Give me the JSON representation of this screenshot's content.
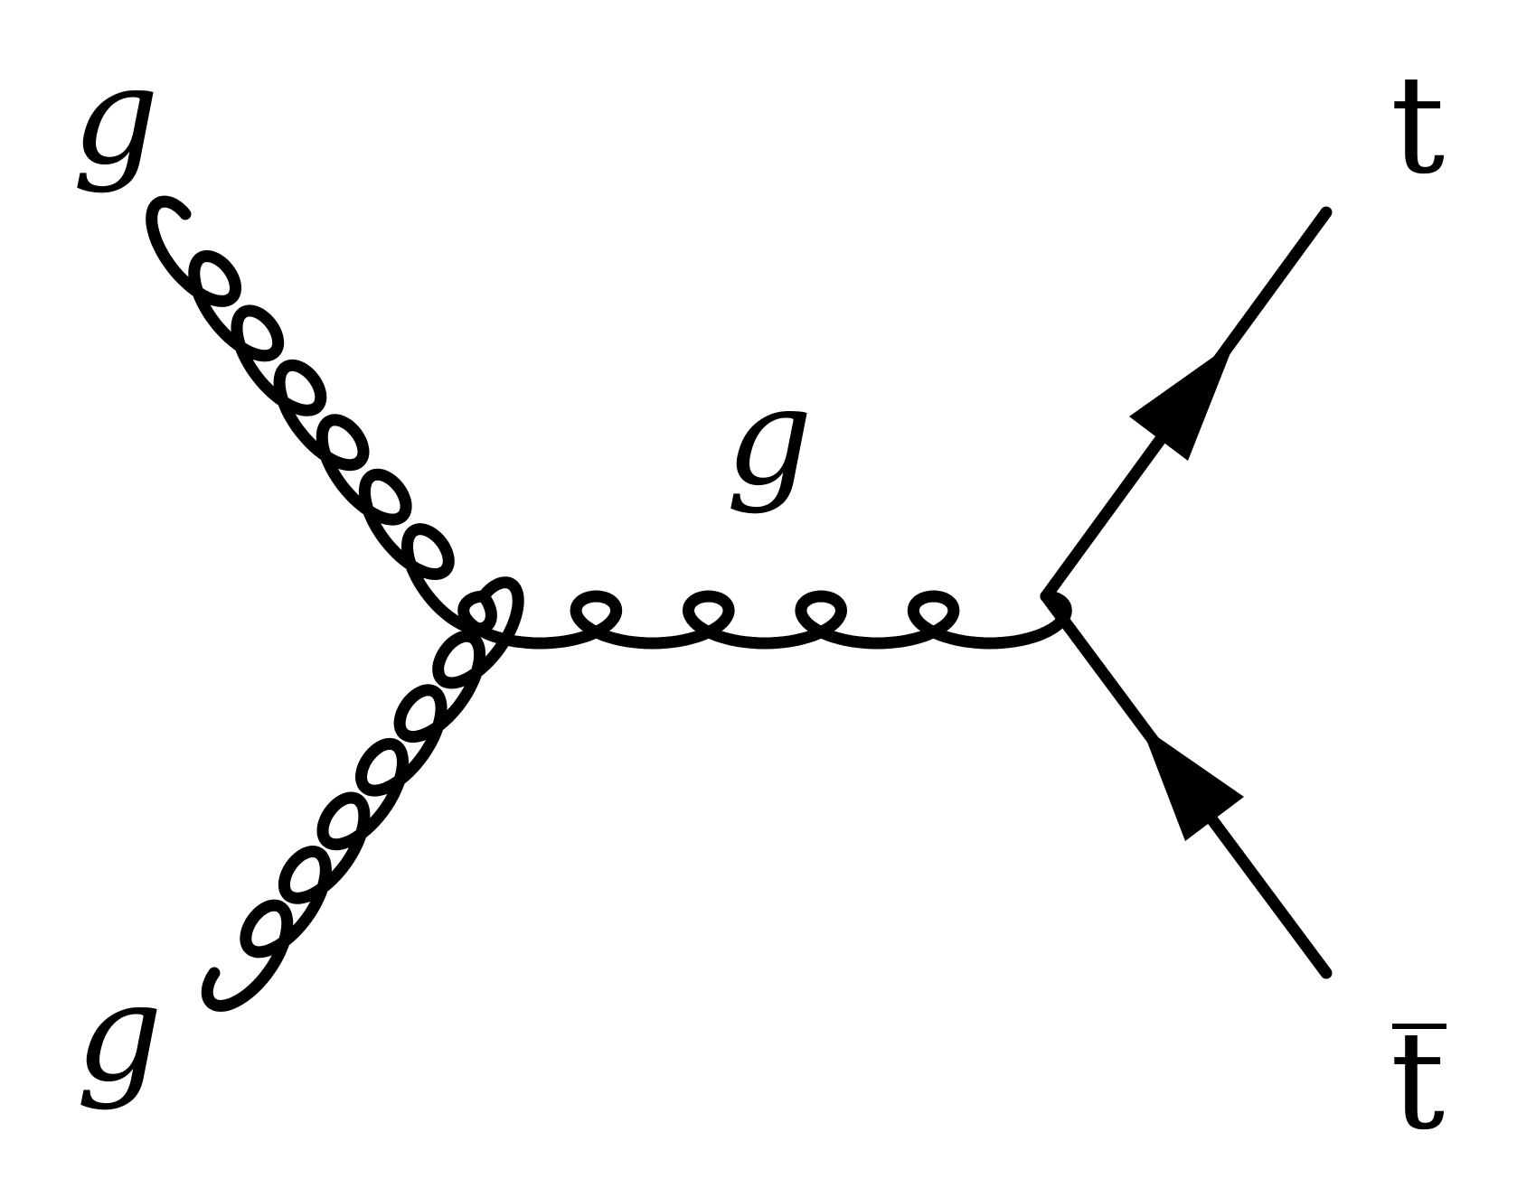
{
  "diagram": {
    "type": "feynman-diagram",
    "ink_color": "#000000",
    "background_color": "#ffffff",
    "labels": {
      "gluon_in_top": "g",
      "gluon_in_bottom": "g",
      "gluon_propagator": "g",
      "top_quark": "t",
      "antitop_quark": "t"
    },
    "antitop_has_overbar": true,
    "vertices": [
      "gg→g",
      "g→tt̄"
    ],
    "propagators": [
      {
        "name": "incoming-gluon-top",
        "particle": "g",
        "style": "curly"
      },
      {
        "name": "incoming-gluon-bottom",
        "particle": "g",
        "style": "curly"
      },
      {
        "name": "internal-gluon",
        "particle": "g",
        "style": "curly"
      },
      {
        "name": "outgoing-top",
        "particle": "t",
        "style": "fermion"
      },
      {
        "name": "outgoing-antitop",
        "particle": "t̄",
        "style": "fermion"
      }
    ]
  }
}
